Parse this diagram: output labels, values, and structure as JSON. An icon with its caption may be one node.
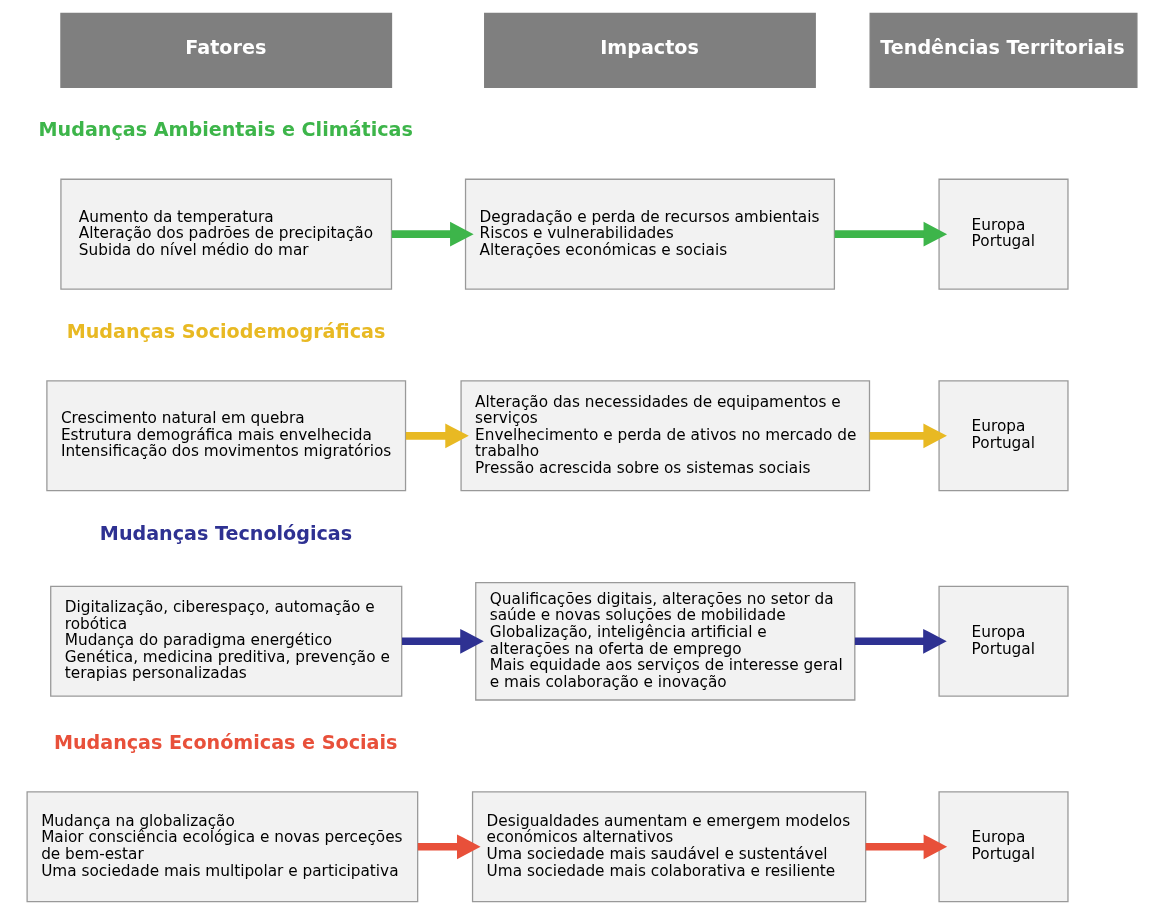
{
  "diagram": {
    "nodes": [
      {
        "text": [
          "Fatores"
        ]
      },
      {
        "text": [
          "Impactos"
        ]
      },
      {
        "text": [
          "Tendências Territoriais"
        ]
      },
      {
        "text": [
          "Aumento da temperatura",
          "Alteração dos padrões de precipitação",
          "Subida do nível médio do mar"
        ]
      },
      {
        "text": [
          "Degradação e perda de recursos ambientais",
          "Riscos e vulnerabilidades",
          "Alterações económicas e sociais"
        ]
      },
      {
        "text": [
          "Europa",
          "Portugal"
        ]
      },
      {
        "text": [
          "Crescimento natural em quebra",
          "Estrutura demográfica mais envelhecida",
          "Intensificação dos movimentos migratórios"
        ]
      },
      {
        "text": [
          "Alteração das necessidades de equipamentos e serviços",
          "Envelhecimento e perda de ativos no mercado de trabalho",
          "Pressão acrescida sobre os sistemas sociais"
        ]
      },
      {
        "text": [
          "Europa",
          "Portugal"
        ]
      },
      {
        "text": [
          "Digitalização, ciberespaço, automação e robótica",
          "Mudança do paradigma energético",
          "Genética, medicina preditiva, prevenção e terapias personalizadas"
        ]
      },
      {
        "text": [
          "Qualificações digitais, alterações no setor da saúde e novas soluções de mobilidade",
          "Globalização, inteligência artificial e alterações na oferta de emprego",
          "Mais equidade aos serviços de interesse geral e mais colaboração e inovação"
        ]
      },
      {
        "text": [
          "Europa",
          "Portugal"
        ]
      },
      {
        "text": [
          "Mudança na globalização",
          "Maior consciência ecológica e novas perceções de bem-estar",
          "Uma sociedade mais multipolar e participativa"
        ]
      },
      {
        "text": [
          "Desigualdades aumentam e emergem modelos económicos alternativos",
          "Uma sociedade mais saudável e sustentável",
          "Uma sociedade mais colaborativa e resiliente"
        ]
      },
      {
        "text": [
          "Europa",
          "Portugal"
        ]
      }
    ],
    "edges": [
      {
        "from": 3,
        "to": 4,
        "arrow": "to",
        "color": "#3db54a"
      },
      {
        "from": 4,
        "to": 5,
        "arrow": "to",
        "color": "#3db54a"
      },
      {
        "from": 6,
        "to": 7,
        "arrow": "to",
        "color": "#e8b923"
      },
      {
        "from": 7,
        "to": 8,
        "arrow": "to",
        "color": "#e8b923"
      },
      {
        "from": 9,
        "to": 10,
        "arrow": "to",
        "color": "#2e3192"
      },
      {
        "from": 10,
        "to": 11,
        "arrow": "to",
        "color": "#2e3192"
      },
      {
        "from": 12,
        "to": 13,
        "arrow": "to",
        "color": "#e8503a"
      },
      {
        "from": 13,
        "to": 14,
        "arrow": "to",
        "color": "#e8503a"
      }
    ],
    "labels": [
      "Mudanças Ambientais e Climáticas",
      "Mudanças Sociodemográficas",
      "Mudanças Tecnológicas",
      "Mudanças Económicas e Sociais"
    ]
  }
}
